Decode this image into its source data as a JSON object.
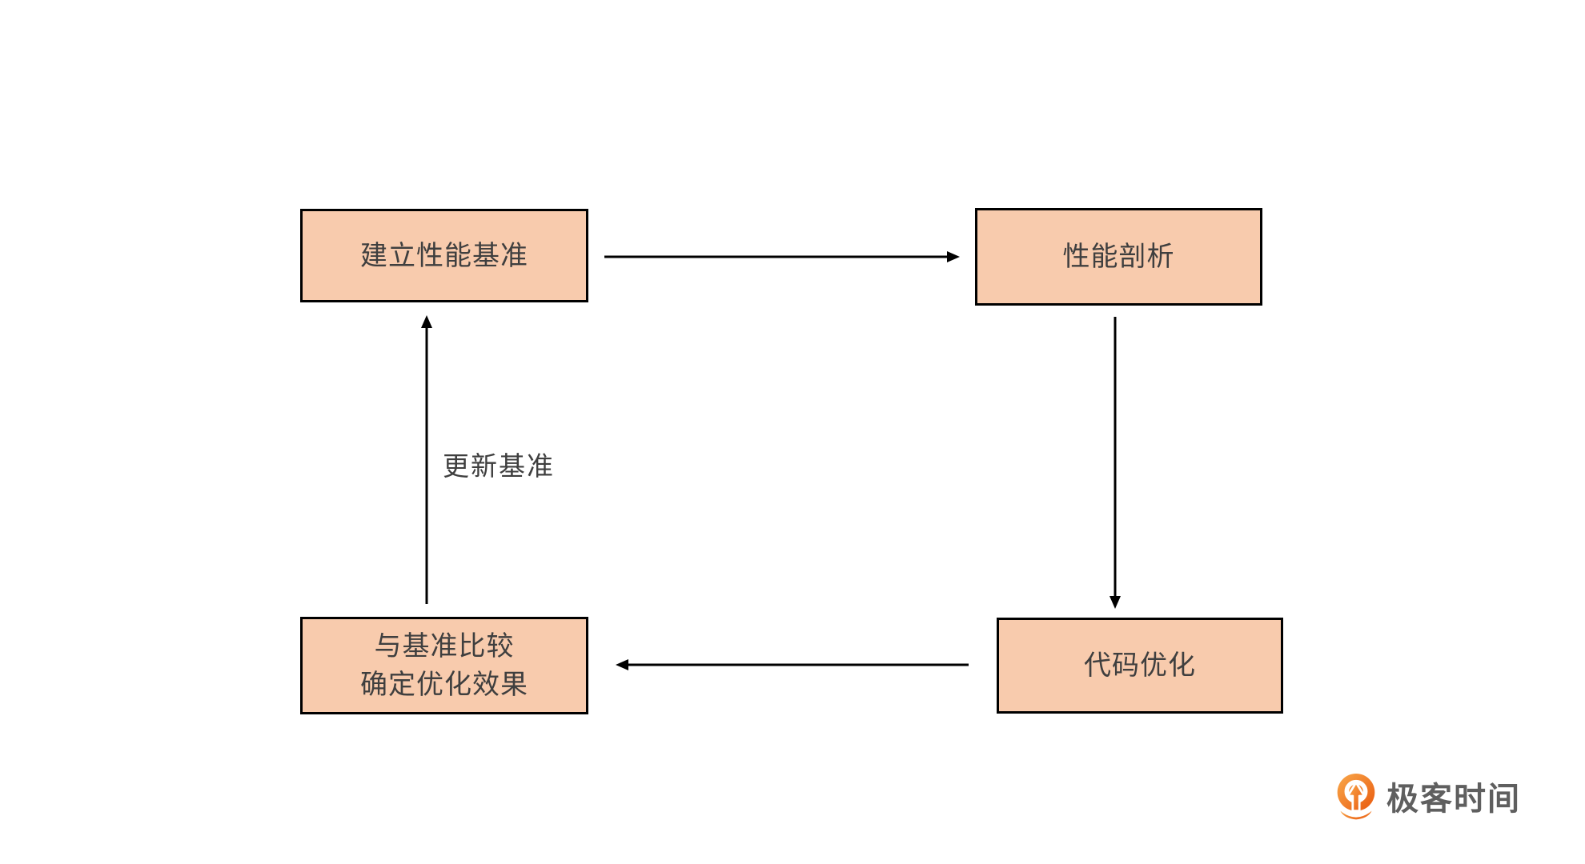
{
  "diagram": {
    "title_hint": "performance-tuning-cycle-flowchart",
    "nodes": [
      {
        "id": "baseline",
        "label": "建立性能基准"
      },
      {
        "id": "profiling",
        "label": "性能剖析"
      },
      {
        "id": "optimize",
        "label": "代码优化"
      },
      {
        "id": "compare",
        "lines": [
          "与基准比较",
          "确定优化效果"
        ]
      }
    ],
    "edges": [
      {
        "from": "baseline",
        "to": "profiling",
        "direction": "right"
      },
      {
        "from": "profiling",
        "to": "optimize",
        "direction": "down"
      },
      {
        "from": "optimize",
        "to": "compare",
        "direction": "left"
      },
      {
        "from": "compare",
        "to": "baseline",
        "direction": "up",
        "label": "更新基准"
      }
    ],
    "edge_label": "更新基准",
    "colors": {
      "node_fill": "#F8CBAD",
      "node_border": "#000000",
      "node_text": "#3F3F3F",
      "arrow": "#000000",
      "background": "#FFFFFF"
    }
  },
  "branding": {
    "logo_text": "极客时间",
    "logo_text_color": "#5F5F5F",
    "icon_name": "geektime-logo-icon",
    "icon_gradient_start": "#F9A94B",
    "icon_gradient_end": "#E9590E"
  }
}
